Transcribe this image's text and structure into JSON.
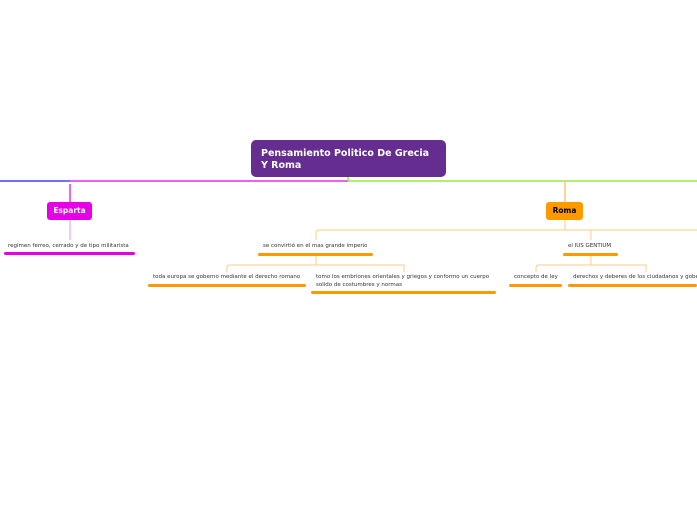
{
  "root": {
    "title": "Pensamiento Politico De Grecia Y Roma"
  },
  "branches": {
    "esparta": {
      "label": "Esparta",
      "color": "#e600e6",
      "children": [
        "regimen ferreo, cerrado y de tipo militarista"
      ]
    },
    "roma": {
      "label": "Roma",
      "color": "#ff9900",
      "children": [
        {
          "label": "se convirtió en el mas grande imperio",
          "children": [
            "toda europa se goberno mediante el derecho romano",
            "tomo los embriones orientales y griegos y conformo un cuerpo solido de costumbres y normas"
          ]
        },
        {
          "label": "el IUS GENTIUM",
          "children": [
            "concepto de ley",
            "derechos y deberes de los ciudadanos y gobernantes"
          ]
        }
      ]
    }
  },
  "colors": {
    "root": "#662d91",
    "left_line": "#1a1aff",
    "right_line": "#80e61a"
  }
}
